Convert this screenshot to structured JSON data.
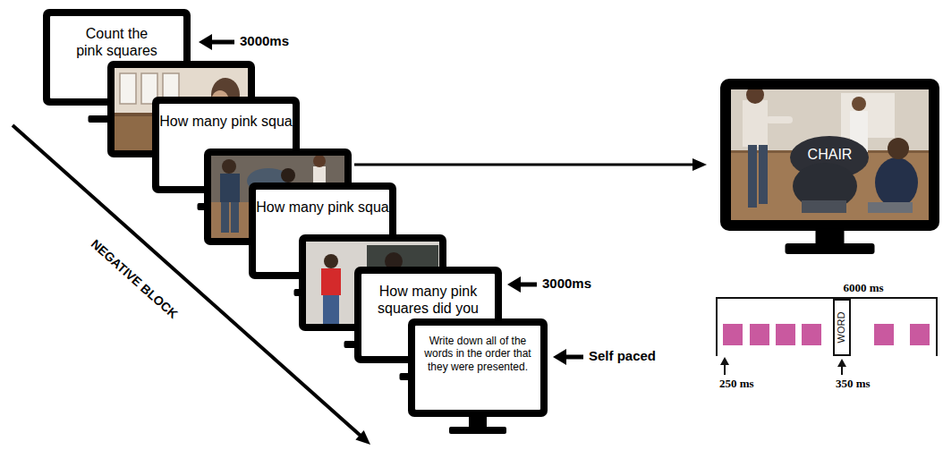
{
  "diagram": {
    "nodes": [
      {
        "text": [
          "Count the pink squares"
        ]
      },
      {
        "text": [
          "How many pink squa"
        ]
      },
      {
        "text": [
          "How many pink squa"
        ]
      },
      {
        "text": [
          "How many pink squares did you"
        ]
      },
      {
        "text": [
          "Write down all of the words in the order that they were presented."
        ]
      },
      {
        "text": [
          "CHAIR"
        ]
      },
      {
        "text": [
          "WORD"
        ]
      }
    ],
    "labels": [
      "3000ms",
      "3000ms",
      "Self paced",
      "NEGATIVE BLOCK",
      "6000 ms",
      "250 ms",
      "350 ms"
    ]
  }
}
